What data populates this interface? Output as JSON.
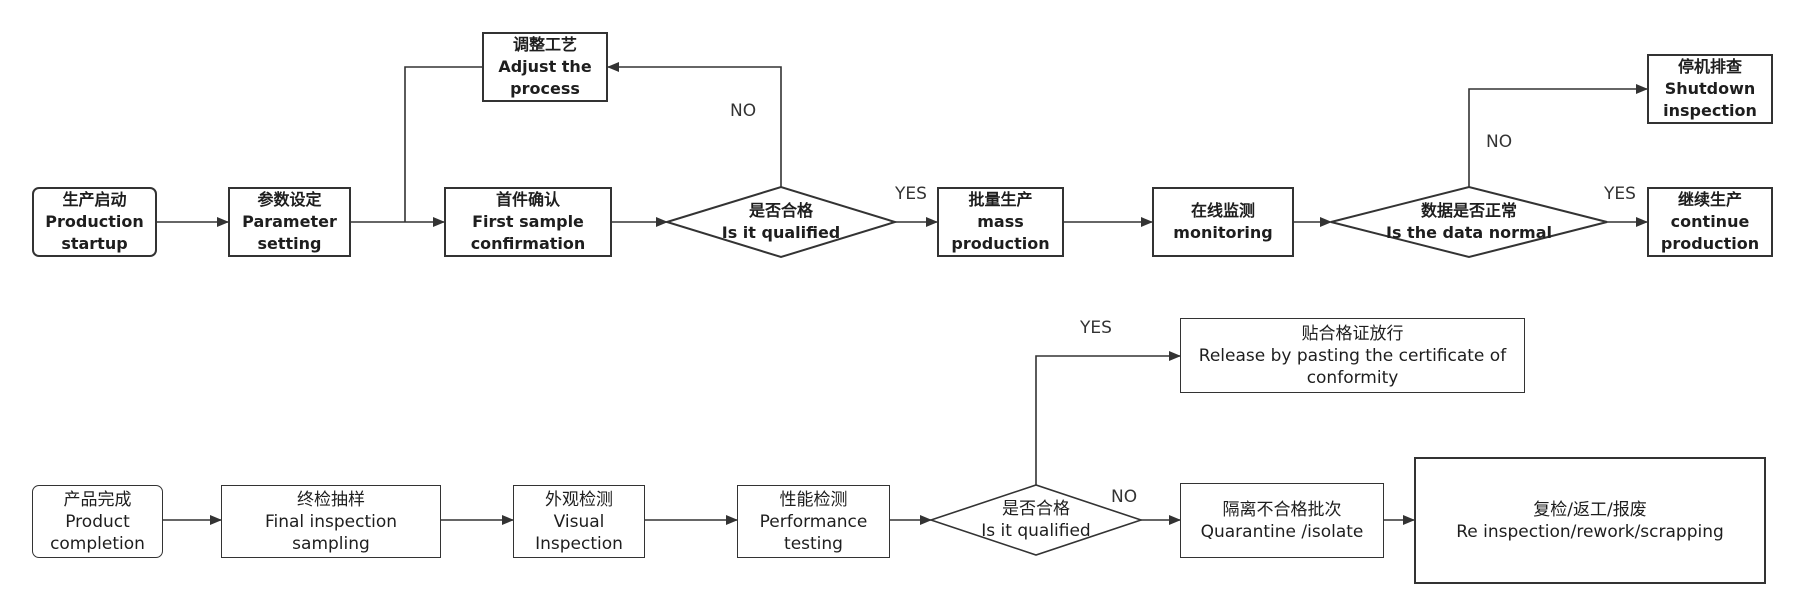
{
  "diagram": {
    "top_row": {
      "production_startup": {
        "zh": "生产启动",
        "en1": "Production",
        "en2": "startup"
      },
      "parameter_setting": {
        "zh": "参数设定",
        "en1": "Parameter",
        "en2": "setting"
      },
      "first_sample": {
        "zh": "首件确认",
        "en1": "First sample",
        "en2": "confirmation"
      },
      "adjust_process": {
        "zh": "调整工艺",
        "en1": "Adjust the",
        "en2": "process"
      },
      "qualified_1": {
        "zh": "是否合格",
        "en": "Is it qualified"
      },
      "mass_production": {
        "zh": "批量生产",
        "en1": "mass",
        "en2": "production"
      },
      "online_monitoring": {
        "zh": "在线监测",
        "en": "monitoring"
      },
      "data_normal": {
        "zh": "数据是否正常",
        "en": "Is the data normal"
      },
      "shutdown": {
        "zh": "停机排查",
        "en1": "Shutdown",
        "en2": "inspection"
      },
      "continue_production": {
        "zh": "继续生产",
        "en1": "continue",
        "en2": "production"
      }
    },
    "bottom_row": {
      "product_completion": {
        "zh": "产品完成",
        "en1": "Product",
        "en2": "completion"
      },
      "final_sampling": {
        "zh": "终检抽样",
        "en1": "Final inspection",
        "en2": "sampling"
      },
      "visual_inspection": {
        "zh": "外观检测",
        "en1": "Visual",
        "en2": "Inspection"
      },
      "performance_testing": {
        "zh": "性能检测",
        "en1": "Performance",
        "en2": "testing"
      },
      "qualified_2": {
        "zh": "是否合格",
        "en": "Is it qualified"
      },
      "release": {
        "zh": "贴合格证放行",
        "en1": "Release by pasting the certificate of",
        "en2": "conformity"
      },
      "quarantine": {
        "zh": "隔离不合格批次",
        "en": "Quarantine /isolate"
      },
      "reinspection": {
        "zh": "复检/返工/报废",
        "en": "Re inspection/rework/scrapping"
      }
    },
    "labels": {
      "no_adjust": "NO",
      "yes_mass": "YES",
      "no_shutdown": "NO",
      "yes_continue": "YES",
      "yes_release": "YES",
      "no_quarantine": "NO"
    }
  }
}
